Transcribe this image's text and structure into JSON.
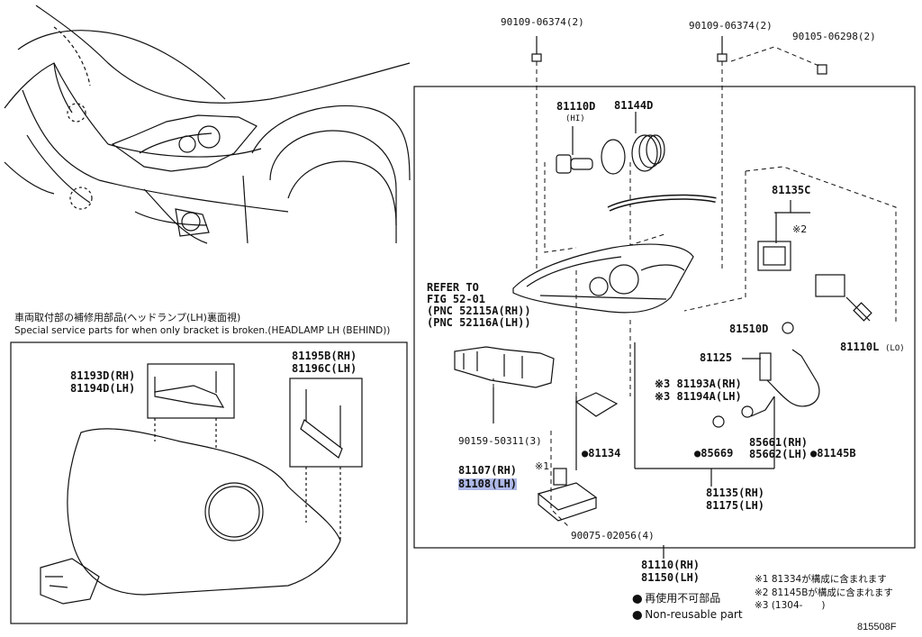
{
  "labels": {
    "p_90109_top_left": "90109-06374(2)",
    "p_90109_top_right": "90109-06374(2)",
    "p_90105": "90105-06298(2)",
    "p_81110D": "81110D",
    "p_81110D_sub": "(HI)",
    "p_81144D": "81144D",
    "p_81135C": "81135C",
    "p_81135C_note": "※2",
    "refer_lines": [
      "REFER TO",
      "FIG 52-01",
      "(PNC 52115A(RH))",
      "(PNC 52116A(LH))"
    ],
    "p_81510D": "81510D",
    "p_81125": "81125",
    "p_81193A": "※3 81193A(RH)",
    "p_81194A": "※3 81194A(LH)",
    "p_81110L": "81110L",
    "p_81110L_sub": "(LO)",
    "p_90159": "90159-50311(3)",
    "p_81134": "●81134",
    "p_85669": "●85669",
    "p_85661": "85661(RH)",
    "p_85662": "85662(LH)",
    "p_81145B": "●81145B",
    "p_81107": "81107(RH)",
    "p_81108": "81108(LH)",
    "p_81107_note": "※1",
    "p_81135RH": "81135(RH)",
    "p_81175LH": "81175(LH)",
    "p_90075": "90075-02056(4)",
    "p_81110RH": "81110(RH)",
    "p_81150LH": "81150(LH)",
    "bracket_jp": "車両取付部の補修用部品(ヘッドランプ(LH)裏面視)",
    "bracket_en": "Special service parts for when only bracket is broken.(HEADLAMP LH (BEHIND))",
    "p_81193D": "81193D(RH)",
    "p_81194D": "81194D(LH)",
    "p_81195B": "81195B(RH)",
    "p_81196C": "81196C(LH)",
    "legend_jp": "● 再使用不可部品",
    "legend_en": "● Non-reusable part",
    "note1": "※1 81334が構成に含まれます",
    "note2": "※2 81145Bが構成に含まれます",
    "note3": "※3 (1304-　　)",
    "fig_no": "815508F"
  },
  "colors": {
    "ink": "#111111",
    "highlight": "#aeb8e6"
  }
}
